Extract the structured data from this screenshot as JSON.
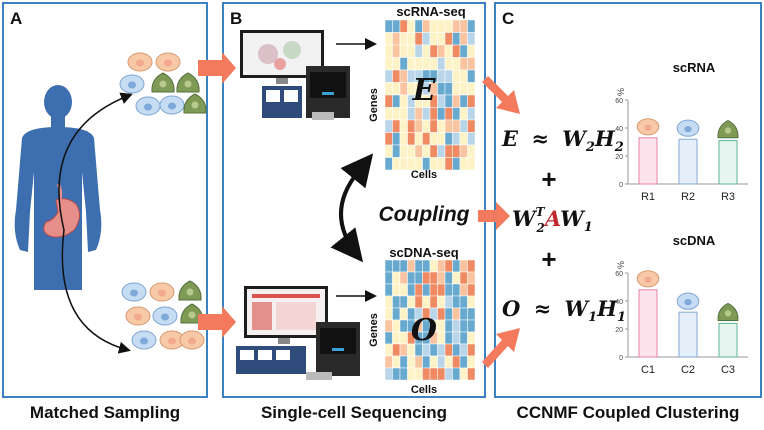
{
  "panels": {
    "a": {
      "label": "A",
      "caption": "Matched Sampling"
    },
    "b": {
      "label": "B",
      "caption": "Single-cell Sequencing"
    },
    "c": {
      "label": "C",
      "caption": "CCNMF Coupled Clustering"
    }
  },
  "heatmaps": {
    "rna": {
      "title": "scRNA-seq",
      "letter": "E",
      "ylabel": "Genes",
      "xlabel": "Cells"
    },
    "dna": {
      "title": "scDNA-seq",
      "letter": "O",
      "ylabel": "Genes",
      "xlabel": "Cells"
    }
  },
  "coupling_label": "Coupling",
  "equations": {
    "rna": {
      "lhs": "E",
      "approx": "≈",
      "f1": "W",
      "s1": "2",
      "f2": "H",
      "s2": "2"
    },
    "coupling": {
      "f1": "W",
      "sup": "T",
      "sub": "2",
      "mid": "A",
      "f2": "W",
      "s2": "1"
    },
    "dna": {
      "lhs": "O",
      "approx": "≈",
      "f1": "W",
      "s1": "1",
      "f2": "H",
      "s2": "1"
    },
    "plus": "+"
  },
  "colors": {
    "panel_border": "#3b82c4",
    "arrow": "#f47a5d",
    "heat_red": "#ef8a62",
    "heat_blue": "#67a9cf",
    "heat_yellow": "#fdf3c6",
    "cell_beige": "#f7c9a6",
    "cell_blue": "#c6dcf2",
    "cell_green": "#7e9a55",
    "body": "#3d6fb0",
    "coupling_red": "#c0282d"
  },
  "chart_data": [
    {
      "type": "bar",
      "title": "scRNA",
      "ylabel_unit": "%",
      "categories": [
        "R1",
        "R2",
        "R3"
      ],
      "values": [
        33,
        32,
        31
      ],
      "ylim": [
        0,
        60
      ],
      "yticks": [
        "0",
        "20",
        "40",
        "60"
      ],
      "bar_fill": [
        "#fde4ec",
        "#e4effa",
        "#e6f5ef"
      ],
      "bar_stroke": [
        "#e8869f",
        "#86a9d6",
        "#5fb596"
      ],
      "icons": [
        "beige-cell",
        "blue-cell",
        "green-cell"
      ]
    },
    {
      "type": "bar",
      "title": "scDNA",
      "ylabel_unit": "%",
      "categories": [
        "C1",
        "C2",
        "C3"
      ],
      "values": [
        48,
        32,
        24
      ],
      "ylim": [
        0,
        60
      ],
      "yticks": [
        "0",
        "20",
        "40",
        "60"
      ],
      "bar_fill": [
        "#fde4ec",
        "#e4effa",
        "#e6f5ef"
      ],
      "bar_stroke": [
        "#e8869f",
        "#86a9d6",
        "#5fb596"
      ],
      "icons": [
        "beige-cell",
        "blue-cell",
        "green-cell"
      ]
    }
  ]
}
